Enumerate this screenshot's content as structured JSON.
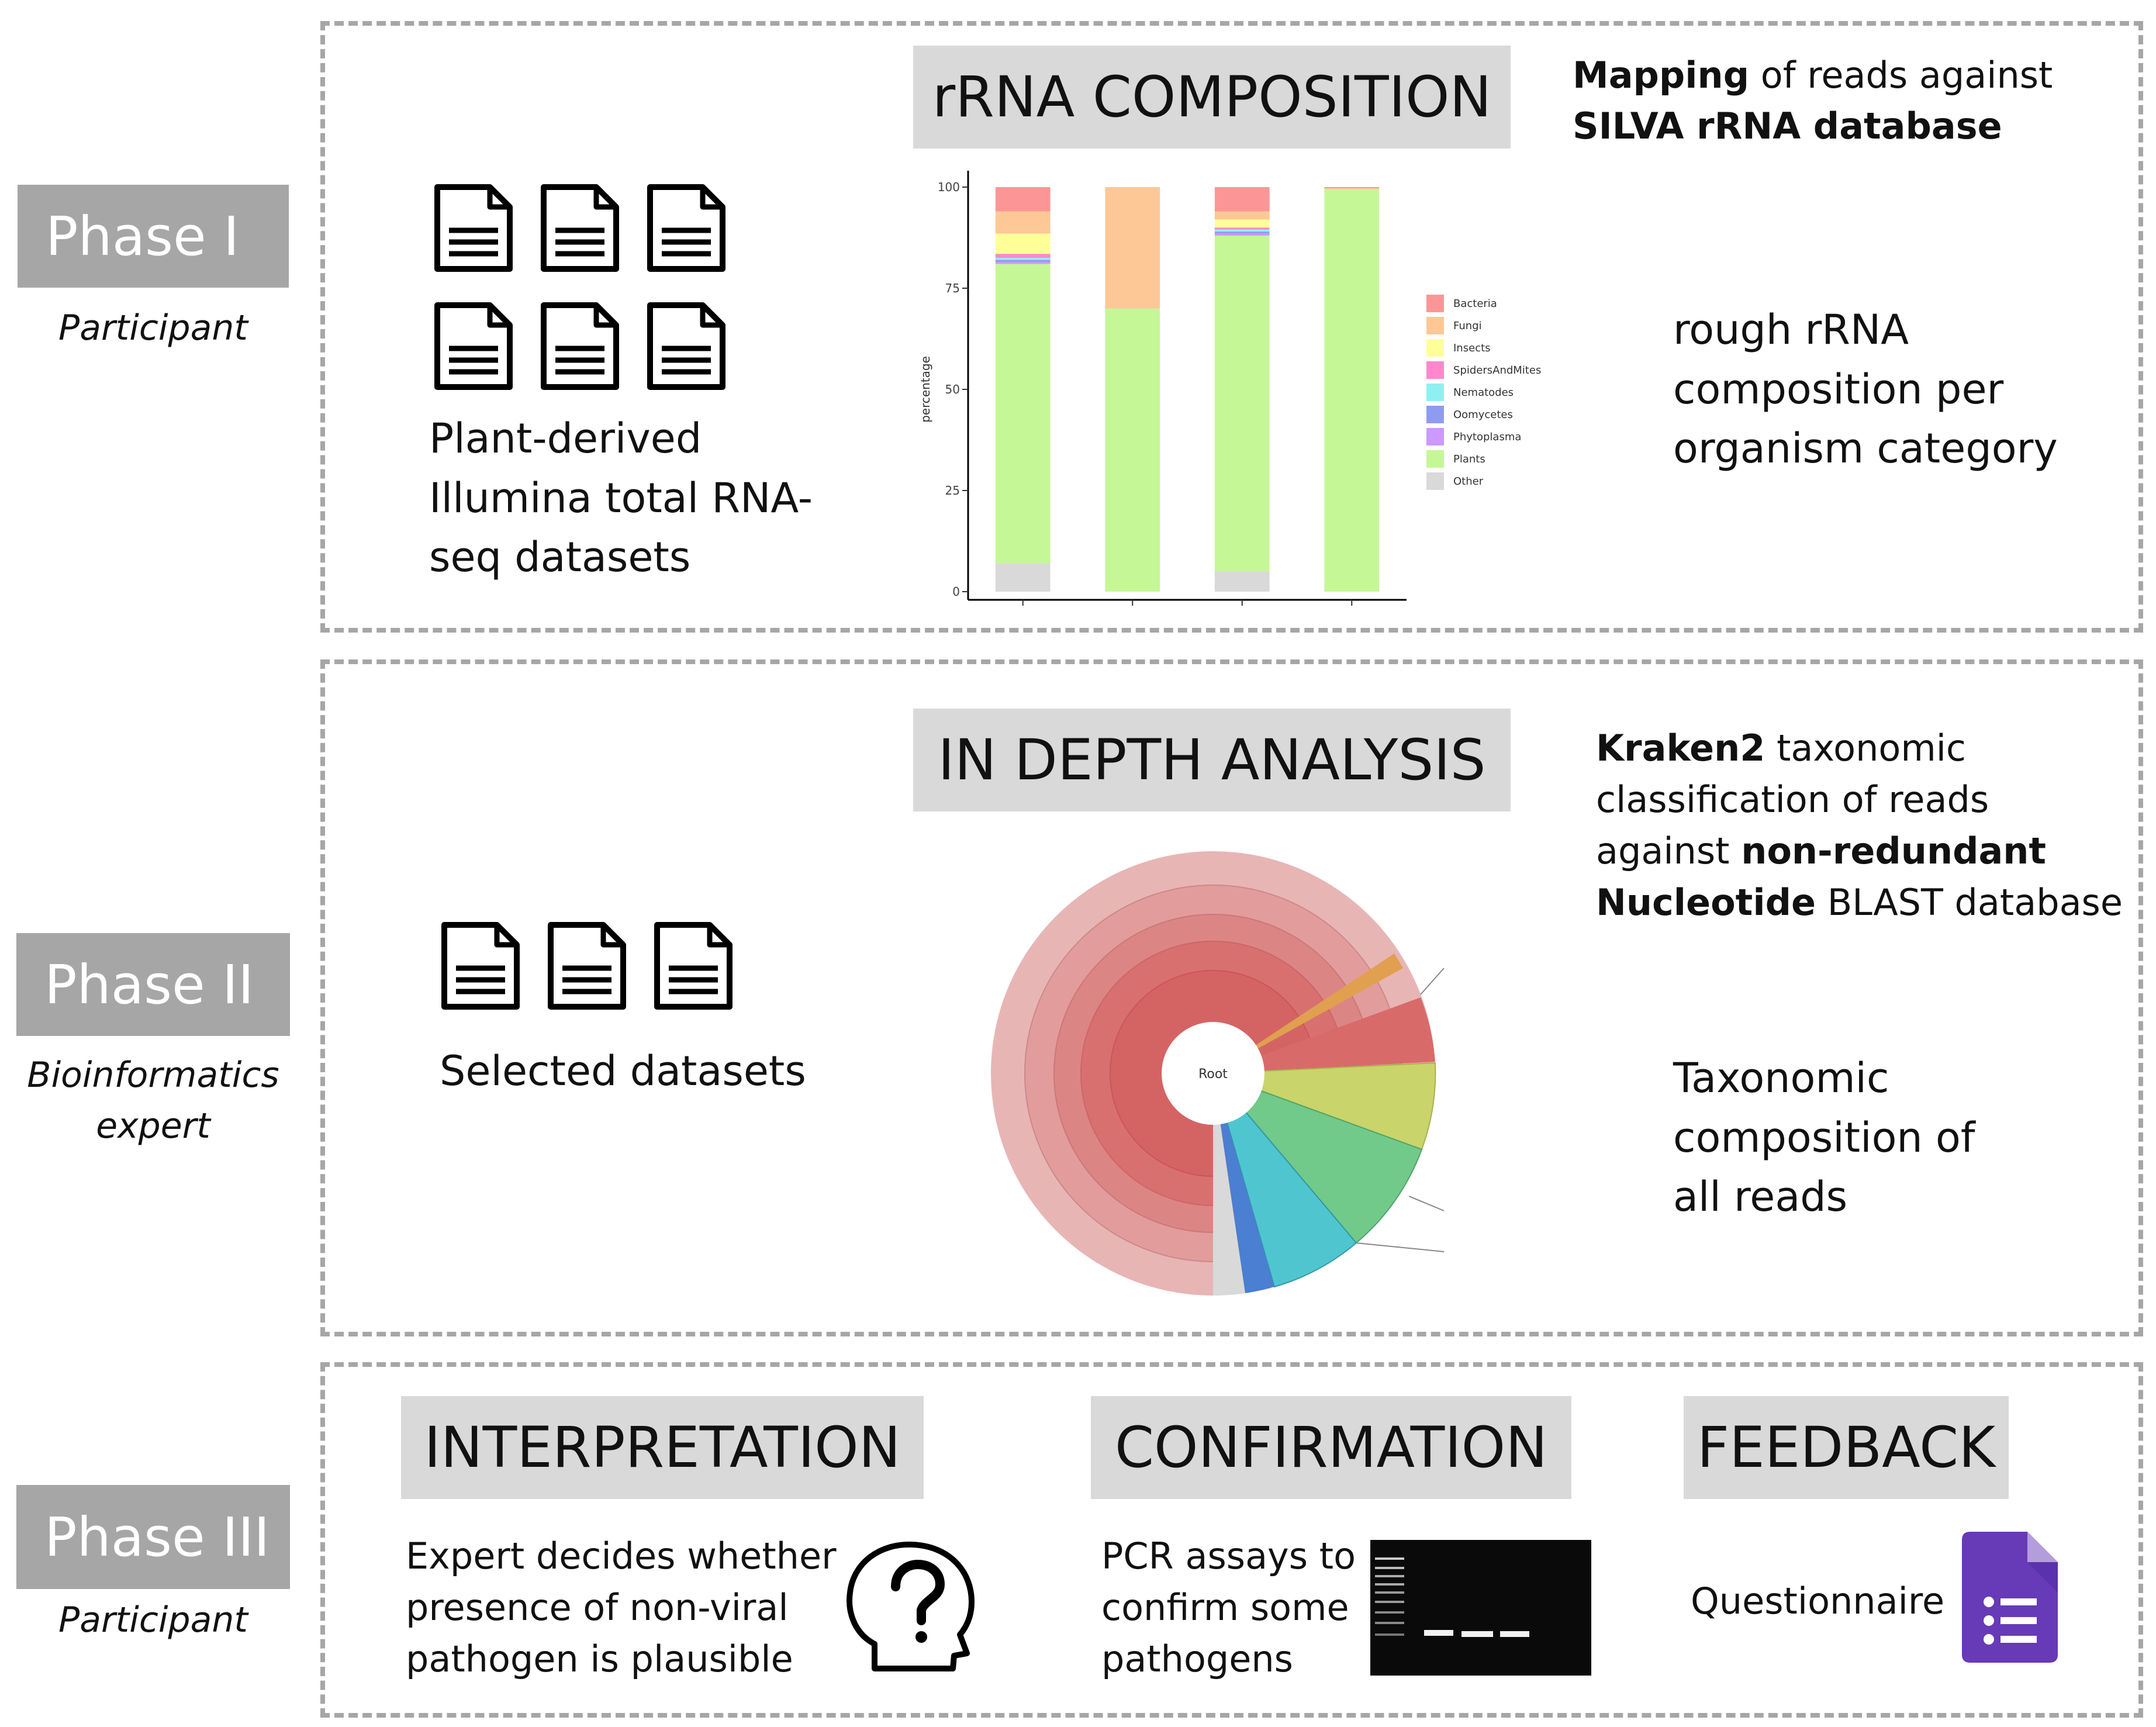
{
  "phases": [
    {
      "label": "Phase I",
      "role": "Participant"
    },
    {
      "label": "Phase II",
      "role": "Bioinformatics expert"
    },
    {
      "label": "Phase III",
      "role": "Participant"
    }
  ],
  "panel1": {
    "title": "rRNA COMPOSITION",
    "datasets_text": [
      "Plant-derived",
      "Illumina total RNA-",
      "seq datasets"
    ],
    "method_bold1": "Mapping",
    "method_rest1": " of reads against",
    "method_bold2": "SILVA rRNA database",
    "result_text": [
      "rough rRNA",
      "composition per",
      "organism category"
    ]
  },
  "panel2": {
    "title": "IN DEPTH ANALYSIS",
    "datasets_text": "Selected datasets",
    "method_bold1": "Kraken2",
    "method_rest1": " taxonomic",
    "method_line2": "classification of reads",
    "method_rest3": "against ",
    "method_bold3": "non-redundant",
    "method_bold4": "Nucleotide",
    "method_rest4": " BLAST database",
    "result_text": [
      "Taxonomic",
      "composition of",
      "all reads"
    ],
    "krona_center": "Root"
  },
  "panel3": {
    "interpretation_title": "INTERPRETATION",
    "interpretation_text": [
      "Expert decides whether",
      "presence of non-viral",
      "pathogen is plausible"
    ],
    "confirmation_title": "CONFIRMATION",
    "confirmation_text": [
      "PCR assays to",
      "confirm some",
      "pathogens"
    ],
    "feedback_title": "FEEDBACK",
    "feedback_text": "Questionnaire"
  },
  "chart_data": {
    "type": "bar",
    "stacked": true,
    "ylabel": "percentage",
    "ylim": [
      0,
      100
    ],
    "yticks": [
      "0",
      "25",
      "50",
      "75",
      "100"
    ],
    "categories": [
      "",
      "",
      "",
      ""
    ],
    "legend_placement": "right",
    "series": [
      {
        "name": "Other",
        "color": "#d9d9d9",
        "values": [
          7,
          0,
          5,
          0
        ]
      },
      {
        "name": "Plants",
        "color": "#c5f797",
        "values": [
          74,
          70,
          83,
          99.5
        ]
      },
      {
        "name": "Phytoplasma",
        "color": "#cc99ff",
        "values": [
          0.5,
          0,
          0.5,
          0
        ]
      },
      {
        "name": "Oomycetes",
        "color": "#8f9bf2",
        "values": [
          0.5,
          0,
          0.5,
          0
        ]
      },
      {
        "name": "Nematodes",
        "color": "#8ff0f0",
        "values": [
          0.5,
          0,
          0.5,
          0
        ]
      },
      {
        "name": "SpidersAndMites",
        "color": "#ff88cc",
        "values": [
          1,
          0,
          0.5,
          0
        ]
      },
      {
        "name": "Insects",
        "color": "#ffff99",
        "values": [
          5,
          0,
          2,
          0
        ]
      },
      {
        "name": "Fungi",
        "color": "#fdc896",
        "values": [
          5.5,
          30,
          2,
          0.2
        ]
      },
      {
        "name": "Bacteria",
        "color": "#fc9696",
        "values": [
          6,
          0,
          6,
          0.3
        ]
      }
    ]
  },
  "colors": {
    "panel_border": "#a6a6a6",
    "phase_tag": "#a6a6a6",
    "title_box": "#d9d9d9",
    "questionnaire_icon": "#673ab7"
  },
  "icons": [
    "document-icon",
    "question-head-icon",
    "gel-image",
    "forms-icon"
  ]
}
